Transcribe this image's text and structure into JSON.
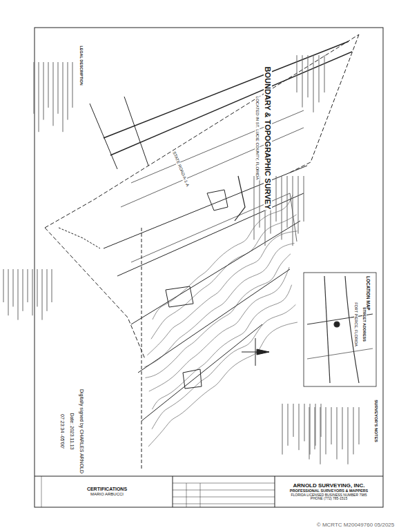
{
  "diagram": {
    "title": "BOUNDARY & TOPOGRAPHIC SURVEY",
    "nodes": [
      {
        "text": [
          "ARNOLD SURVEYING, INC.",
          "PROFESSIONAL SURVEYORS & MAPPERS",
          "FLORIDA LICENSED BUSINESS NUMBER 7985",
          "PHONE (772) 785-1515"
        ]
      },
      {
        "text": [
          "CERTIFICATIONS",
          "MARIO ARBUCCI"
        ]
      },
      {
        "text": [
          "LOCATION MAP"
        ]
      }
    ],
    "labels": [
      "LOCATED IN ST. LUCIE COUNTY, FLORIDA",
      "SURVEYOR'S NOTES",
      "STREET ADDRESS",
      "FORT PIERCE, FLORIDA",
      "LEGAL DESCRIPTION",
      "STATE ROAD A-1-A",
      "Digitally signed by CHARLES ARNOLD",
      "Date: 2023.11.13",
      "07:23:34 -05'00'",
      "© MCRTC M20049760 05/2025"
    ]
  }
}
